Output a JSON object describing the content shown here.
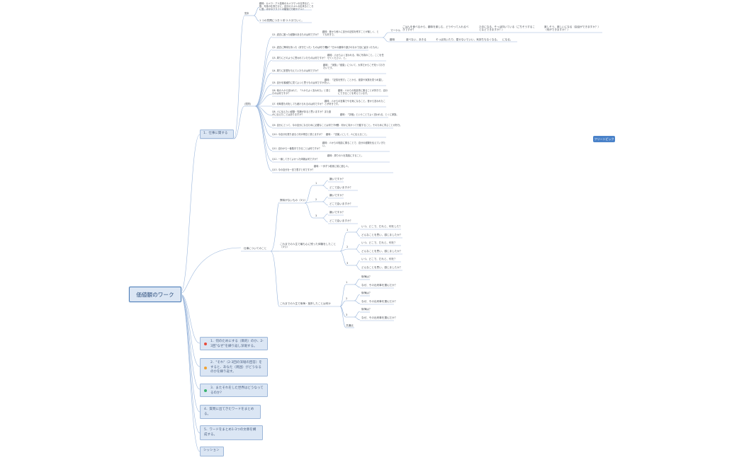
{
  "root": {
    "title": "価値観のワーク"
  },
  "floating_topic": {
    "label": "フリートピック"
  },
  "branch1": {
    "label": "1．仕事に関する",
    "sample": {
      "label": "見本",
      "text1": "趣味：カメラ・アル技術のカメラマンの仕事など。一般：写真の仕事だけに、自分のスキルの出来るところに居。ほかのクラフトの勉強で行政やアルト",
      "text2": "1 つの質問につき 1 秒 2-3 分でいく。"
    },
    "questions_label": "(質問)",
    "questions": [
      "Q1. 過去に困った経験のあるものは何ですか？",
      "Q2. 過去に興味を持った（好きだった）ものは何ですか？",
      "Q3. 周りにどのように思われていたものは何ですか？",
      "Q4. 周りに影響を与えていたものは何ですか？",
      "Q5. 自分を客観的に見てよいと思うものは何ですか？",
      "Q6. 他の人から言われて、「人からよく言われた」と感じたのは何ですか？",
      "Q7. 何時間も何をしても続けられるのは何ですか？",
      "Q8. 人に伝えたい経験・知識があると思いますか？また誰かに伝えたことはありますか？",
      "Q9. 自分にとって、今の自分になるために必要なことは何ですか？",
      "Q10. 今自分を振り返ると何が得意と感じますか？",
      "Q11. 自分から一番集中できることは何ですか？",
      "Q12. 一番してきてよかった体験は何ですか？",
      "Q13. 今の自分を一言で表すと何ですか？"
    ],
    "answers": [
      "趣味：昔から他人に自分の記憶を残すことが楽しく、とても好きで。",
      "一般：「日々の趣味や遊びのなかで目に留まったもの」",
      "趣味：人からよく言われる、特に写真のこと。ここを任せてください、と。",
      "趣味：「家族」「健康」について、大事だからこそ知っておきたいです。",
      "趣味：「記憶を残す」ことから、健康や家族を見つめ直したい。",
      "趣味：人からの相談事に乗ることが好きで、自分にできることを考えています。",
      "趣味：人からの言葉でやる気になること。昔から言われたことが好きです。",
      "趣味：「評価」ということでよく言われる、とくに家族。",
      "一般：何かに向かって行動すること。そのために学ぶことが好き。",
      "趣味：「言葉」にして、人に伝えること。",
      "趣味：人からの相談に乗ることで、自分の経験を伝えていきたい。",
      "趣味：周りの人を笑顔にすること。",
      "趣味：一歩ずつ着実に前に進む人。"
    ],
    "chain": {
      "row1": [
        "マーケル",
        "ごはんを食べるから、趣味を楽しむ、どうやって入れるべきですか？",
        "ひまになる、そっぽ向いている（ごちそうすることなどできますか？）",
        "楽しそう、楽しいになる（会話ができますか？）（何ができますか？）"
      ],
      "row2": [
        "趣味",
        "遊べない、あきる",
        "そっぽ向いたり、愛せないでいい、気持ちもなくなる。",
        "になる。"
      ]
    }
  },
  "branch2": {
    "label": "仕事についてのこと",
    "group1": {
      "label": "興味がないもの（3つ）",
      "items": [
        {
          "num": "1",
          "q1": "嫌いですか？",
          "q2": "どこで会いますか？"
        },
        {
          "num": "2",
          "q1": "嫌いですか？",
          "q2": "どこで会いますか？"
        },
        {
          "num": "3",
          "q1": "嫌いですか？",
          "q2": "どこで会いますか？"
        }
      ]
    },
    "group2": {
      "label": "これまでの人生で最も心に残った体験をしたこと（3つ）",
      "items": [
        {
          "num": "1",
          "q1": "いつ、どこで、だれと、何をした？",
          "q2": "どんなことを思い、感じましたか？"
        },
        {
          "num": "2",
          "q1": "いつ、どこで、だれと、何を？",
          "q2": "どんなことを思い、感じましたか？"
        },
        {
          "num": "3",
          "q1": "いつ、どこで、だれと、何を？",
          "q2": "どんなことを思い、感じましたか？"
        }
      ]
    },
    "group3": {
      "label": "これまでの人生で後悔・挫折したことは何か",
      "items": [
        {
          "num": "1",
          "q1": "後悔は？",
          "q2": "なぜ、その出来事を選んだか？"
        },
        {
          "num": "2",
          "q1": "後悔は？",
          "q2": "なぜ、その出来事を選んだか？"
        },
        {
          "num": "3",
          "q1": "後悔は？",
          "q2": "なぜ、その出来事を選んだか？"
        }
      ],
      "extra": "共通点"
    }
  },
  "steps": [
    {
      "dot": "#e74c3c",
      "text": "1．何のためにする（目的）のか、2-3回\"なぜ\"を繰り返し深堀する。"
    },
    {
      "dot": "#f0a030",
      "text": "2．\"それ\"（2-3回の深堀の回答）をすると、あなた（周囲）がどうなるのかを繰り返す。"
    },
    {
      "dot": "#3cb371",
      "text": "3．またそれをした世界はどうなってるのか？"
    },
    {
      "dot": "",
      "text": "4．質問に出てきたワードをまとめる。"
    },
    {
      "dot": "",
      "text": "5．ワードをまとめ1-3つの文章を構成する。"
    },
    {
      "dot": "",
      "text": "シッション"
    }
  ],
  "colors": {
    "line": "#9ab6dc",
    "box_fill": "#dbe6f4",
    "box_border": "#9db7d9",
    "accent": "#4a82c9"
  }
}
